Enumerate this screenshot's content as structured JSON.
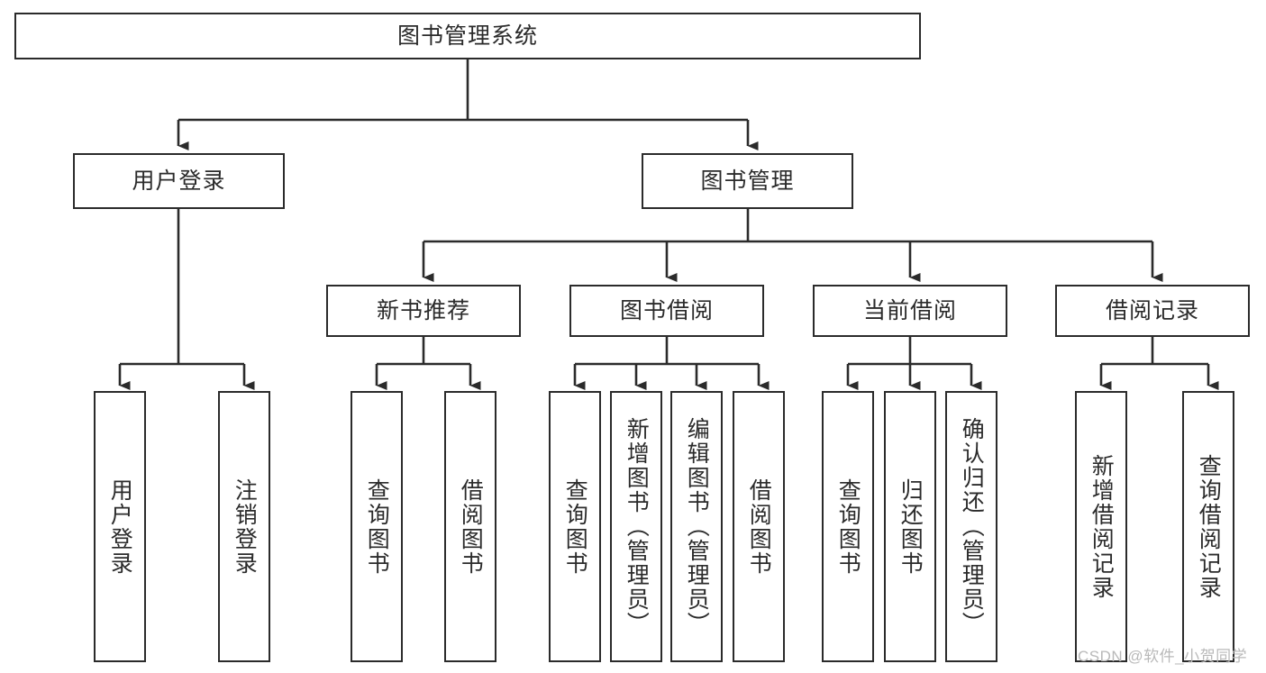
{
  "diagram": {
    "type": "tree",
    "title": "图书管理系统",
    "root": {
      "id": "root",
      "label": "图书管理系统"
    },
    "level2": [
      {
        "id": "user-login",
        "label": "用户登录"
      },
      {
        "id": "book-manage",
        "label": "图书管理"
      }
    ],
    "level3": [
      {
        "id": "new-book-recommend",
        "label": "新书推荐",
        "parent": "book-manage"
      },
      {
        "id": "book-borrow",
        "label": "图书借阅",
        "parent": "book-manage"
      },
      {
        "id": "current-borrow",
        "label": "当前借阅",
        "parent": "book-manage"
      },
      {
        "id": "borrow-record",
        "label": "借阅记录",
        "parent": "book-manage"
      }
    ],
    "leaves": [
      {
        "id": "leaf-user-login",
        "label": "用户登录",
        "parent": "user-login"
      },
      {
        "id": "leaf-logout",
        "label": "注销登录",
        "parent": "user-login"
      },
      {
        "id": "leaf-query-book-1",
        "label": "查询图书",
        "parent": "new-book-recommend"
      },
      {
        "id": "leaf-borrow-book-1",
        "label": "借阅图书",
        "parent": "new-book-recommend"
      },
      {
        "id": "leaf-query-book-2",
        "label": "查询图书",
        "parent": "book-borrow"
      },
      {
        "id": "leaf-add-book",
        "label": "新增图书（管理员）",
        "parent": "book-borrow"
      },
      {
        "id": "leaf-edit-book",
        "label": "编辑图书（管理员）",
        "parent": "book-borrow"
      },
      {
        "id": "leaf-borrow-book-2",
        "label": "借阅图书",
        "parent": "book-borrow"
      },
      {
        "id": "leaf-query-book-3",
        "label": "查询图书",
        "parent": "current-borrow"
      },
      {
        "id": "leaf-return-book",
        "label": "归还图书",
        "parent": "current-borrow"
      },
      {
        "id": "leaf-confirm-return",
        "label": "确认归还（管理员）",
        "parent": "current-borrow"
      },
      {
        "id": "leaf-add-record",
        "label": "新增借阅记录",
        "parent": "borrow-record"
      },
      {
        "id": "leaf-query-record",
        "label": "查询借阅记录",
        "parent": "borrow-record"
      }
    ]
  },
  "colors": {
    "stroke": "#2b2b2b",
    "background": "#ffffff",
    "text": "#2b2b2b",
    "watermark": "#b9b9b9"
  },
  "watermark": {
    "text": "CSDN @软件_小贺同学"
  }
}
